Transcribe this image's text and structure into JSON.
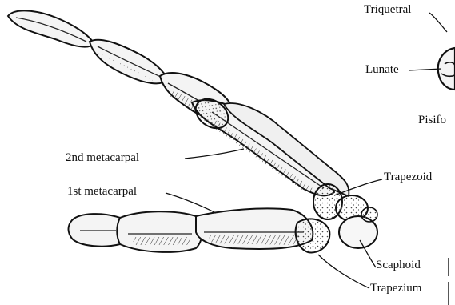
{
  "labels": {
    "triquetral": "Triquetral",
    "lunate": "Lunate",
    "pisiform": "Pisifo",
    "metacarpal_2": "2nd metacarpal",
    "metacarpal_1": "1st metacarpal",
    "trapezoid": "Trapezoid",
    "scaphoid": "Scaphoid",
    "trapezium": "Trapezium"
  },
  "colors": {
    "ink": "#111111",
    "bone_fill": "#f4f4f4",
    "background": "#ffffff"
  }
}
